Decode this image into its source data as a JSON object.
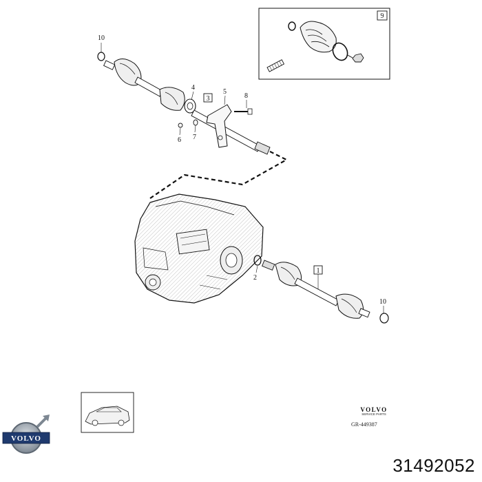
{
  "callouts": {
    "c1": "1",
    "c2": "2",
    "c3": "3",
    "c4": "4",
    "c5": "5",
    "c6": "6",
    "c7": "7",
    "c8": "8",
    "c9": "9",
    "c10a": "10",
    "c10b": "10"
  },
  "branding": {
    "logo_text": "VOLVO",
    "service_brand": "VOLVO",
    "service_sub": "SERVICE PARTS",
    "diagram_ref": "GR-449387"
  },
  "part_number": "31492052",
  "colors": {
    "ink": "#111111",
    "logo_blue": "#1f3a6e",
    "logo_silver": "#9aa3ad"
  }
}
